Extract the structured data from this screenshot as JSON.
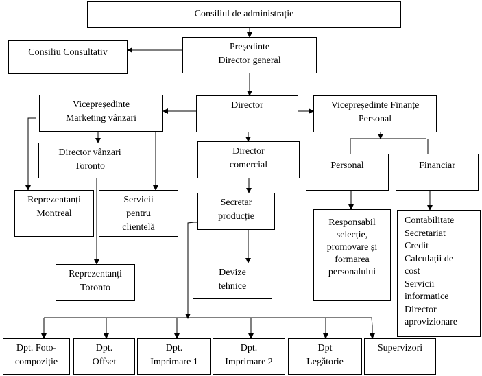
{
  "nodes": {
    "board": "Consiliul de administrație",
    "advisory": "Consiliu Consultativ",
    "president": "Președinte\nDirector general",
    "vp_marketing": "Vicepreședinte\nMarketing vânzari",
    "director": "Director",
    "vp_finance": "Vicepreședinte Finanțe\nPersonal",
    "sales_director": "Director vânzari\nToronto",
    "commercial_director": "Director\ncomercial",
    "personal": "Personal",
    "financiar": "Financiar",
    "reps_montreal": "Reprezentanți\nMontreal",
    "client_services": "Servicii\npentru\nclientelă",
    "production_secretary": "Secretar\nproducție",
    "hr_responsible": "Responsabil\nselecție,\npromovare și\nformarea\npersonalului",
    "finance_list": "Contabilitate\nSecretariat\nCredit\nCalculații de\ncost\nServicii\ninformatice\nDirector\naprovizionare",
    "reps_toronto": "Reprezentanți\nToronto",
    "technical_estimates": "Devize\ntehnice",
    "dept_photo": "Dpt. Foto-\ncompoziție",
    "dept_offset": "Dpt.\nOffset",
    "dept_print1": "Dpt.\nImprimare 1",
    "dept_print2": "Dpt.\nImprimare 2",
    "dept_binding": "Dpt\nLegătorie",
    "supervisors": "Supervizori"
  }
}
